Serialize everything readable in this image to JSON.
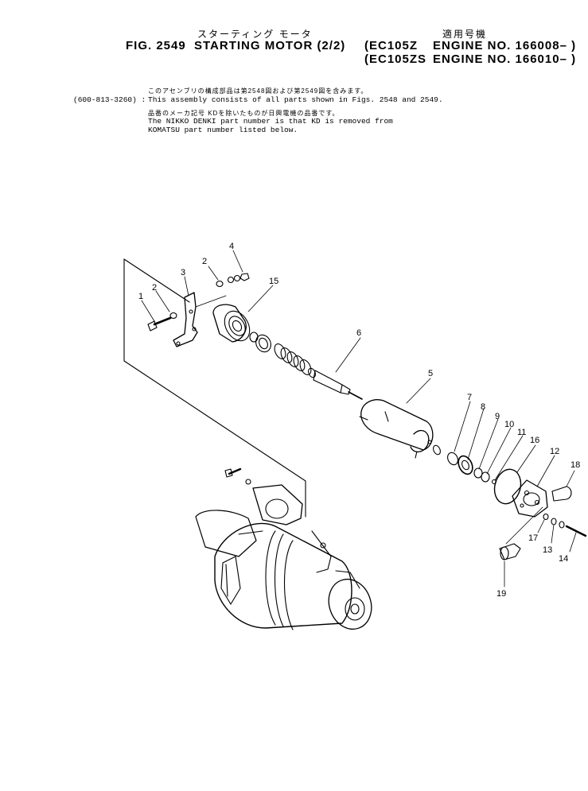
{
  "header": {
    "title_jp": "スターティング モータ",
    "applicability_jp": "適用号機",
    "fig_label": "FIG. 2549",
    "title": "STARTING MOTOR (2/2)",
    "model1": "(EC105Z",
    "engine1": "ENGINE NO. 166008– )",
    "model2": "(EC105ZS",
    "engine2": "ENGINE NO. 166010– )"
  },
  "notes": {
    "assembly_jp": "このアセンブリの構成部品は第2548図および第2549図を含みます。",
    "assembly_no": "(600-813-3260) :",
    "assembly_en": "This assembly consists of all parts shown in Figs. 2548 and 2549.",
    "maker_jp": "品番のメーカ記号 KDを除いたものが日興電機の品番です。",
    "maker_en1": "The NIKKO DENKI part number is that KD is removed from",
    "maker_en2": "KOMATSU part number listed below."
  },
  "callouts": [
    "1",
    "2",
    "3",
    "2",
    "4",
    "15",
    "6",
    "5",
    "7",
    "8",
    "9",
    "10",
    "11",
    "16",
    "12",
    "18",
    "17",
    "13",
    "14",
    "19"
  ]
}
